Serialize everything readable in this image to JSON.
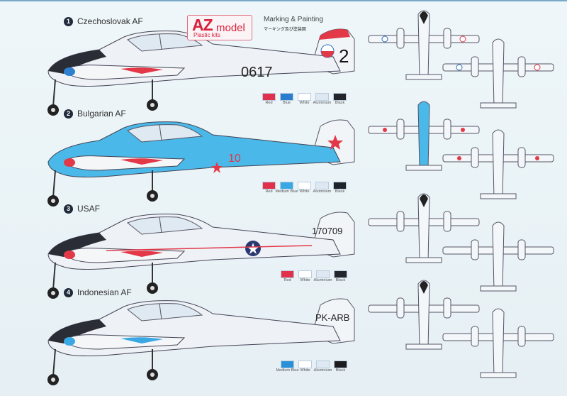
{
  "header": {
    "brand": "AZ",
    "brand_suffix": "model",
    "brand_sub": "Plastic kits",
    "heading": "Marking & Painting",
    "heading_jp": "マーキング及び塗装図"
  },
  "schemes": [
    {
      "number": "1",
      "title": "Czechoslovak AF",
      "serial": "0617",
      "tail_code": "2",
      "colors": {
        "nose": "#2a2d35",
        "spinner": "#2f7fd0",
        "body": "#eef2f6",
        "accent": "#e23848"
      },
      "palette": [
        {
          "label": "Red",
          "hex": "#e0304c"
        },
        {
          "label": "Blue",
          "hex": "#2a7ccf"
        },
        {
          "label": "White",
          "hex": "#ffffff"
        },
        {
          "label": "Aluminium",
          "hex": "#dde8f2"
        },
        {
          "label": "Black",
          "hex": "#22262c"
        }
      ]
    },
    {
      "number": "2",
      "title": "Bulgarian AF",
      "serial": "10",
      "tail_code": "",
      "colors": {
        "nose": "#e8eef4",
        "spinner": "#e23848",
        "body": "#4ab8e8",
        "accent": "#e23848"
      },
      "palette": [
        {
          "label": "Red",
          "hex": "#e0304c"
        },
        {
          "label": "Medium Blue",
          "hex": "#3aa8e4"
        },
        {
          "label": "White",
          "hex": "#ffffff"
        },
        {
          "label": "Aluminium",
          "hex": "#dde8f2"
        },
        {
          "label": "Black",
          "hex": "#1e222c"
        }
      ]
    },
    {
      "number": "3",
      "title": "USAF",
      "serial": "170709",
      "tail_code": "",
      "colors": {
        "nose": "#2a2d35",
        "spinner": "#e23848",
        "body": "#eef2f6",
        "accent": "#e23848"
      },
      "palette": [
        {
          "label": "Red",
          "hex": "#e0304c"
        },
        {
          "label": "White",
          "hex": "#ffffff"
        },
        {
          "label": "Aluminium",
          "hex": "#dde8f2"
        },
        {
          "label": "Black",
          "hex": "#22262c"
        }
      ]
    },
    {
      "number": "4",
      "title": "Indonesian AF",
      "serial": "PK-ARB",
      "tail_code": "",
      "colors": {
        "nose": "#2a2d35",
        "spinner": "#3aa8e4",
        "body": "#eef2f6",
        "accent": "#3aa8e4"
      },
      "palette": [
        {
          "label": "Medium Blue",
          "hex": "#2a90d8"
        },
        {
          "label": "White",
          "hex": "#ffffff"
        },
        {
          "label": "Aluminium",
          "hex": "#dde8f2"
        },
        {
          "label": "Black",
          "hex": "#1a1c20"
        }
      ]
    }
  ]
}
